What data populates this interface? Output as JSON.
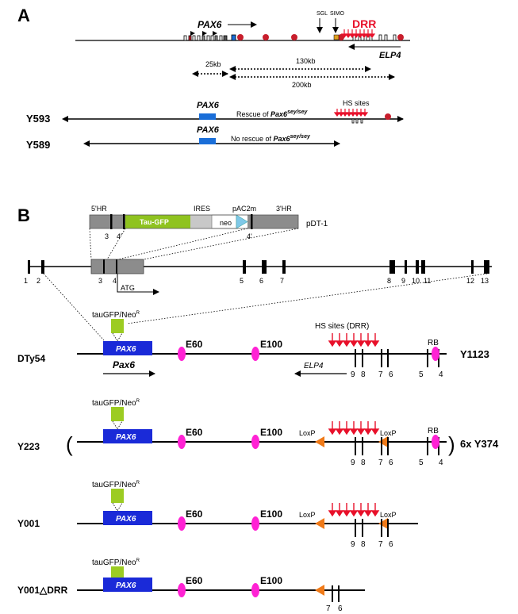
{
  "panelA": {
    "label": "A",
    "pax6": "PAX6",
    "sgl": "SGL",
    "simo": "SIMO",
    "drr": "DRR",
    "elp4": "ELP4",
    "dist25": "25kb",
    "dist130": "130kb",
    "dist200": "200kb",
    "y593": "Y593",
    "y589": "Y589",
    "hsSites": "HS sites",
    "rescue_pre": "Rescue of ",
    "norescue_pre": "No rescue of ",
    "pax6mouse": "Pax6",
    "sey": "sey/sey"
  },
  "panelB": {
    "label": "B",
    "vector": {
      "hr5": "5'HR",
      "hr3": "3'HR",
      "ires": "IRES",
      "pac2m": "pAC2m",
      "tauGfp": "Tau-GFP",
      "neo": "neo",
      "ex3": "3",
      "ex4p": "4'",
      "ex4p_b": "4'",
      "name": "pDT-1"
    },
    "gene": {
      "exons": [
        "1",
        "2",
        "3",
        "4",
        "5",
        "6",
        "7",
        "8",
        "9",
        "10",
        "11",
        "12",
        "13"
      ],
      "atg": "ATG"
    },
    "constructs": {
      "tauGfpNeo": "tauGFP/Neo",
      "superR": "R",
      "pax6": "PAX6",
      "e60": "E60",
      "e100": "E100",
      "rb": "RB",
      "loxp": "LoxP",
      "hsDrr": "HS sites  (DRR)",
      "pax6Italic": "Pax6",
      "elp4": "ELP4",
      "dty54": "DTy54",
      "y1123": "Y1123",
      "y223": "Y223",
      "y374": "6x Y374",
      "y001": "Y001",
      "y001drr": "Y001△DRR",
      "ex9": "9",
      "ex8": "8",
      "ex7": "7",
      "ex6": "6",
      "ex5": "5",
      "ex4": "4"
    }
  },
  "colors": {
    "drrRed": "#e8102a",
    "pax6Blue": "#1a2ad8",
    "enhancerMagenta": "#ff22d4",
    "loxpOrange": "#f07a18",
    "gfpGreen": "#9ccc22",
    "ampRed": "#c81e2c",
    "boxGray": "#8c8c8c"
  }
}
